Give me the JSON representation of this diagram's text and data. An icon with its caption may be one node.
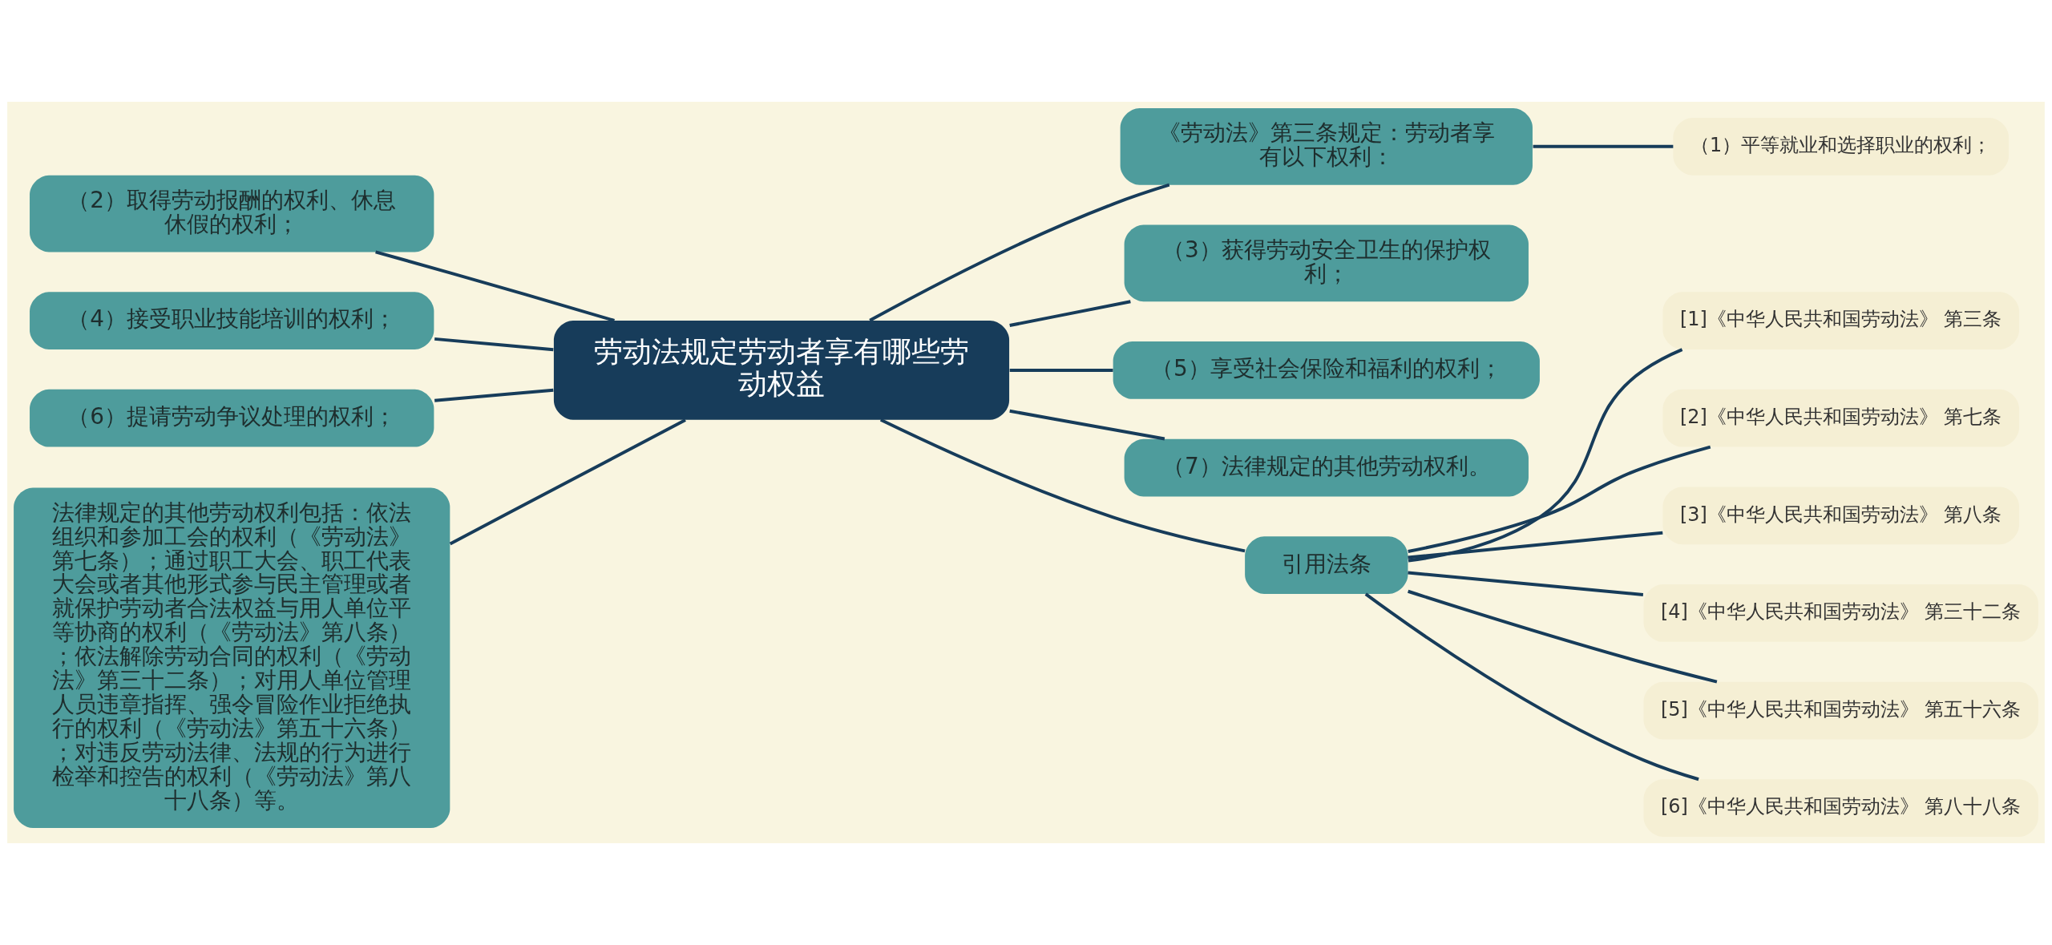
{
  "diagram": {
    "nodes": [
      {
        "text": [
          "劳动法规定劳动者享有哪些劳动权益"
        ]
      },
      {
        "text": [
          "《劳动法》第三条规定：劳动者享有以下权利："
        ]
      },
      {
        "text": [
          "（1）平等就业和选择职业的权利；"
        ]
      },
      {
        "text": [
          "（2）取得劳动报酬的权利、休息休假的权利；"
        ]
      },
      {
        "text": [
          "（3）获得劳动安全卫生的保护权利；"
        ]
      },
      {
        "text": [
          "（4）接受职业技能培训的权利；"
        ]
      },
      {
        "text": [
          "（5）享受社会保险和福利的权利；"
        ]
      },
      {
        "text": [
          "（6）提请劳动争议处理的权利；"
        ]
      },
      {
        "text": [
          "（7）法律规定的其他劳动权利。"
        ]
      },
      {
        "text": [
          "法律规定的其他劳动权利包括：依法组织和参加工会的权利（《劳动法》第七条）；通过职工大会、职工代表大会或者其他形式参与民主管理或者就保护劳动者合法权益与用人单位平等协商的权利（《劳动法》第八条）；依法解除劳动合同的权利（《劳动法》第三十二条）；对用人单位管理人员违章指挥、强令冒险作业拒绝执行的权利（《劳动法》第五十六条）；对违反劳动法律、法规的行为进行检举和控告的权利（《劳动法》第八十八条）等。"
        ]
      },
      {
        "text": [
          "引用法条"
        ]
      },
      {
        "text": [
          "[1]《中华人民共和国劳动法》 第三条"
        ]
      },
      {
        "text": [
          "[2]《中华人民共和国劳动法》 第七条"
        ]
      },
      {
        "text": [
          "[3]《中华人民共和国劳动法》 第八条"
        ]
      },
      {
        "text": [
          "[4]《中华人民共和国劳动法》 第三十二条"
        ]
      },
      {
        "text": [
          "[5]《中华人民共和国劳动法》 第五十六条"
        ]
      },
      {
        "text": [
          "[6]《中华人民共和国劳动法》 第八十八条"
        ]
      }
    ],
    "edges": [
      {
        "from": 0,
        "to": 1,
        "arrow": "none"
      },
      {
        "from": 1,
        "to": 2,
        "arrow": "none"
      },
      {
        "from": 0,
        "to": 3,
        "arrow": "none"
      },
      {
        "from": 0,
        "to": 4,
        "arrow": "none"
      },
      {
        "from": 0,
        "to": 5,
        "arrow": "none"
      },
      {
        "from": 0,
        "to": 6,
        "arrow": "none"
      },
      {
        "from": 0,
        "to": 7,
        "arrow": "none"
      },
      {
        "from": 0,
        "to": 8,
        "arrow": "none"
      },
      {
        "from": 0,
        "to": 9,
        "arrow": "none"
      },
      {
        "from": 0,
        "to": 10,
        "arrow": "none"
      },
      {
        "from": 10,
        "to": 11,
        "arrow": "none"
      },
      {
        "from": 10,
        "to": 12,
        "arrow": "none"
      },
      {
        "from": 10,
        "to": 13,
        "arrow": "none"
      },
      {
        "from": 10,
        "to": 14,
        "arrow": "none"
      },
      {
        "from": 10,
        "to": 15,
        "arrow": "none"
      },
      {
        "from": 10,
        "to": 16,
        "arrow": "none"
      }
    ]
  }
}
